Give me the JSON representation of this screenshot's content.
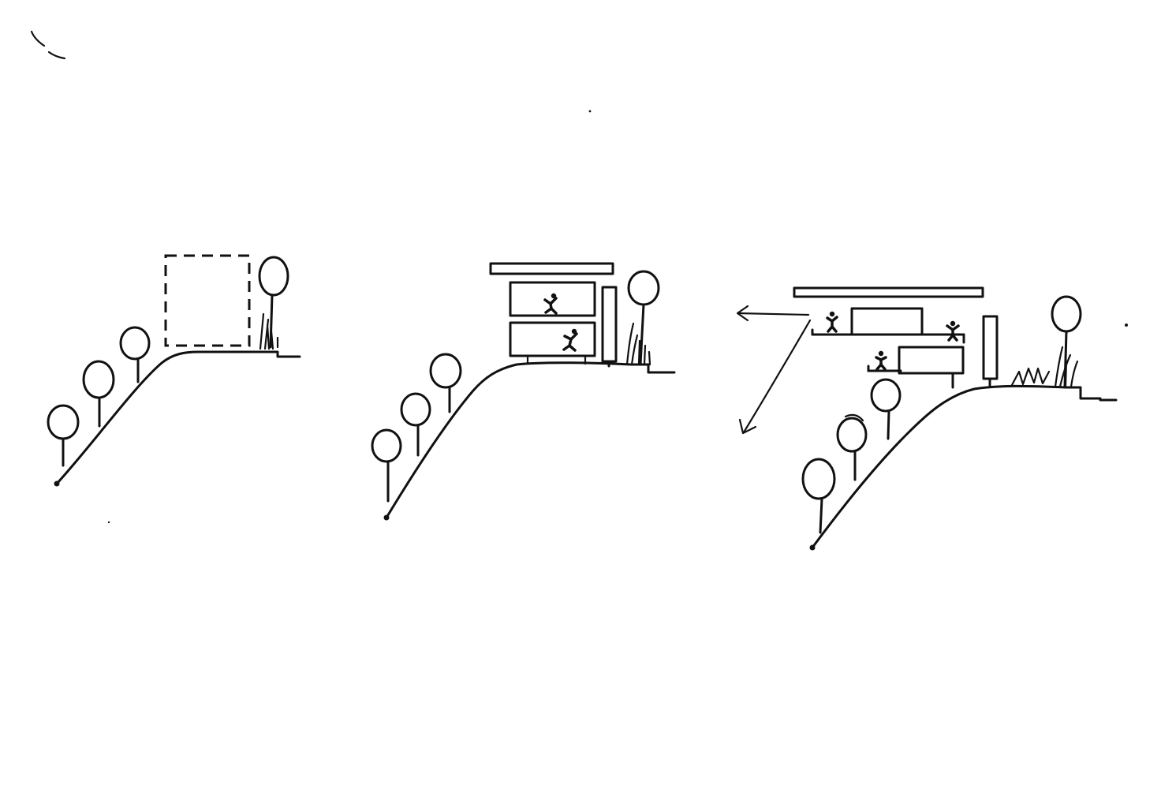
{
  "sketch": {
    "colors": {
      "ink": "#111111",
      "paper": "#ffffff"
    },
    "panels": [
      {
        "id": "existing-site",
        "elements": [
          "hillside",
          "slope-trees",
          "dashed-building-volume",
          "right-tree",
          "grass"
        ]
      },
      {
        "id": "stacked-floors",
        "elements": [
          "hillside",
          "slope-trees",
          "roof-slab",
          "upper-floor",
          "lower-floor",
          "people",
          "tower-element",
          "right-tree",
          "grass"
        ]
      },
      {
        "id": "split-terraces",
        "elements": [
          "hillside",
          "slope-trees",
          "roof-slab",
          "upper-terrace",
          "lower-terrace",
          "people",
          "tower-element",
          "view-arrows",
          "right-tree",
          "grass"
        ]
      }
    ]
  }
}
